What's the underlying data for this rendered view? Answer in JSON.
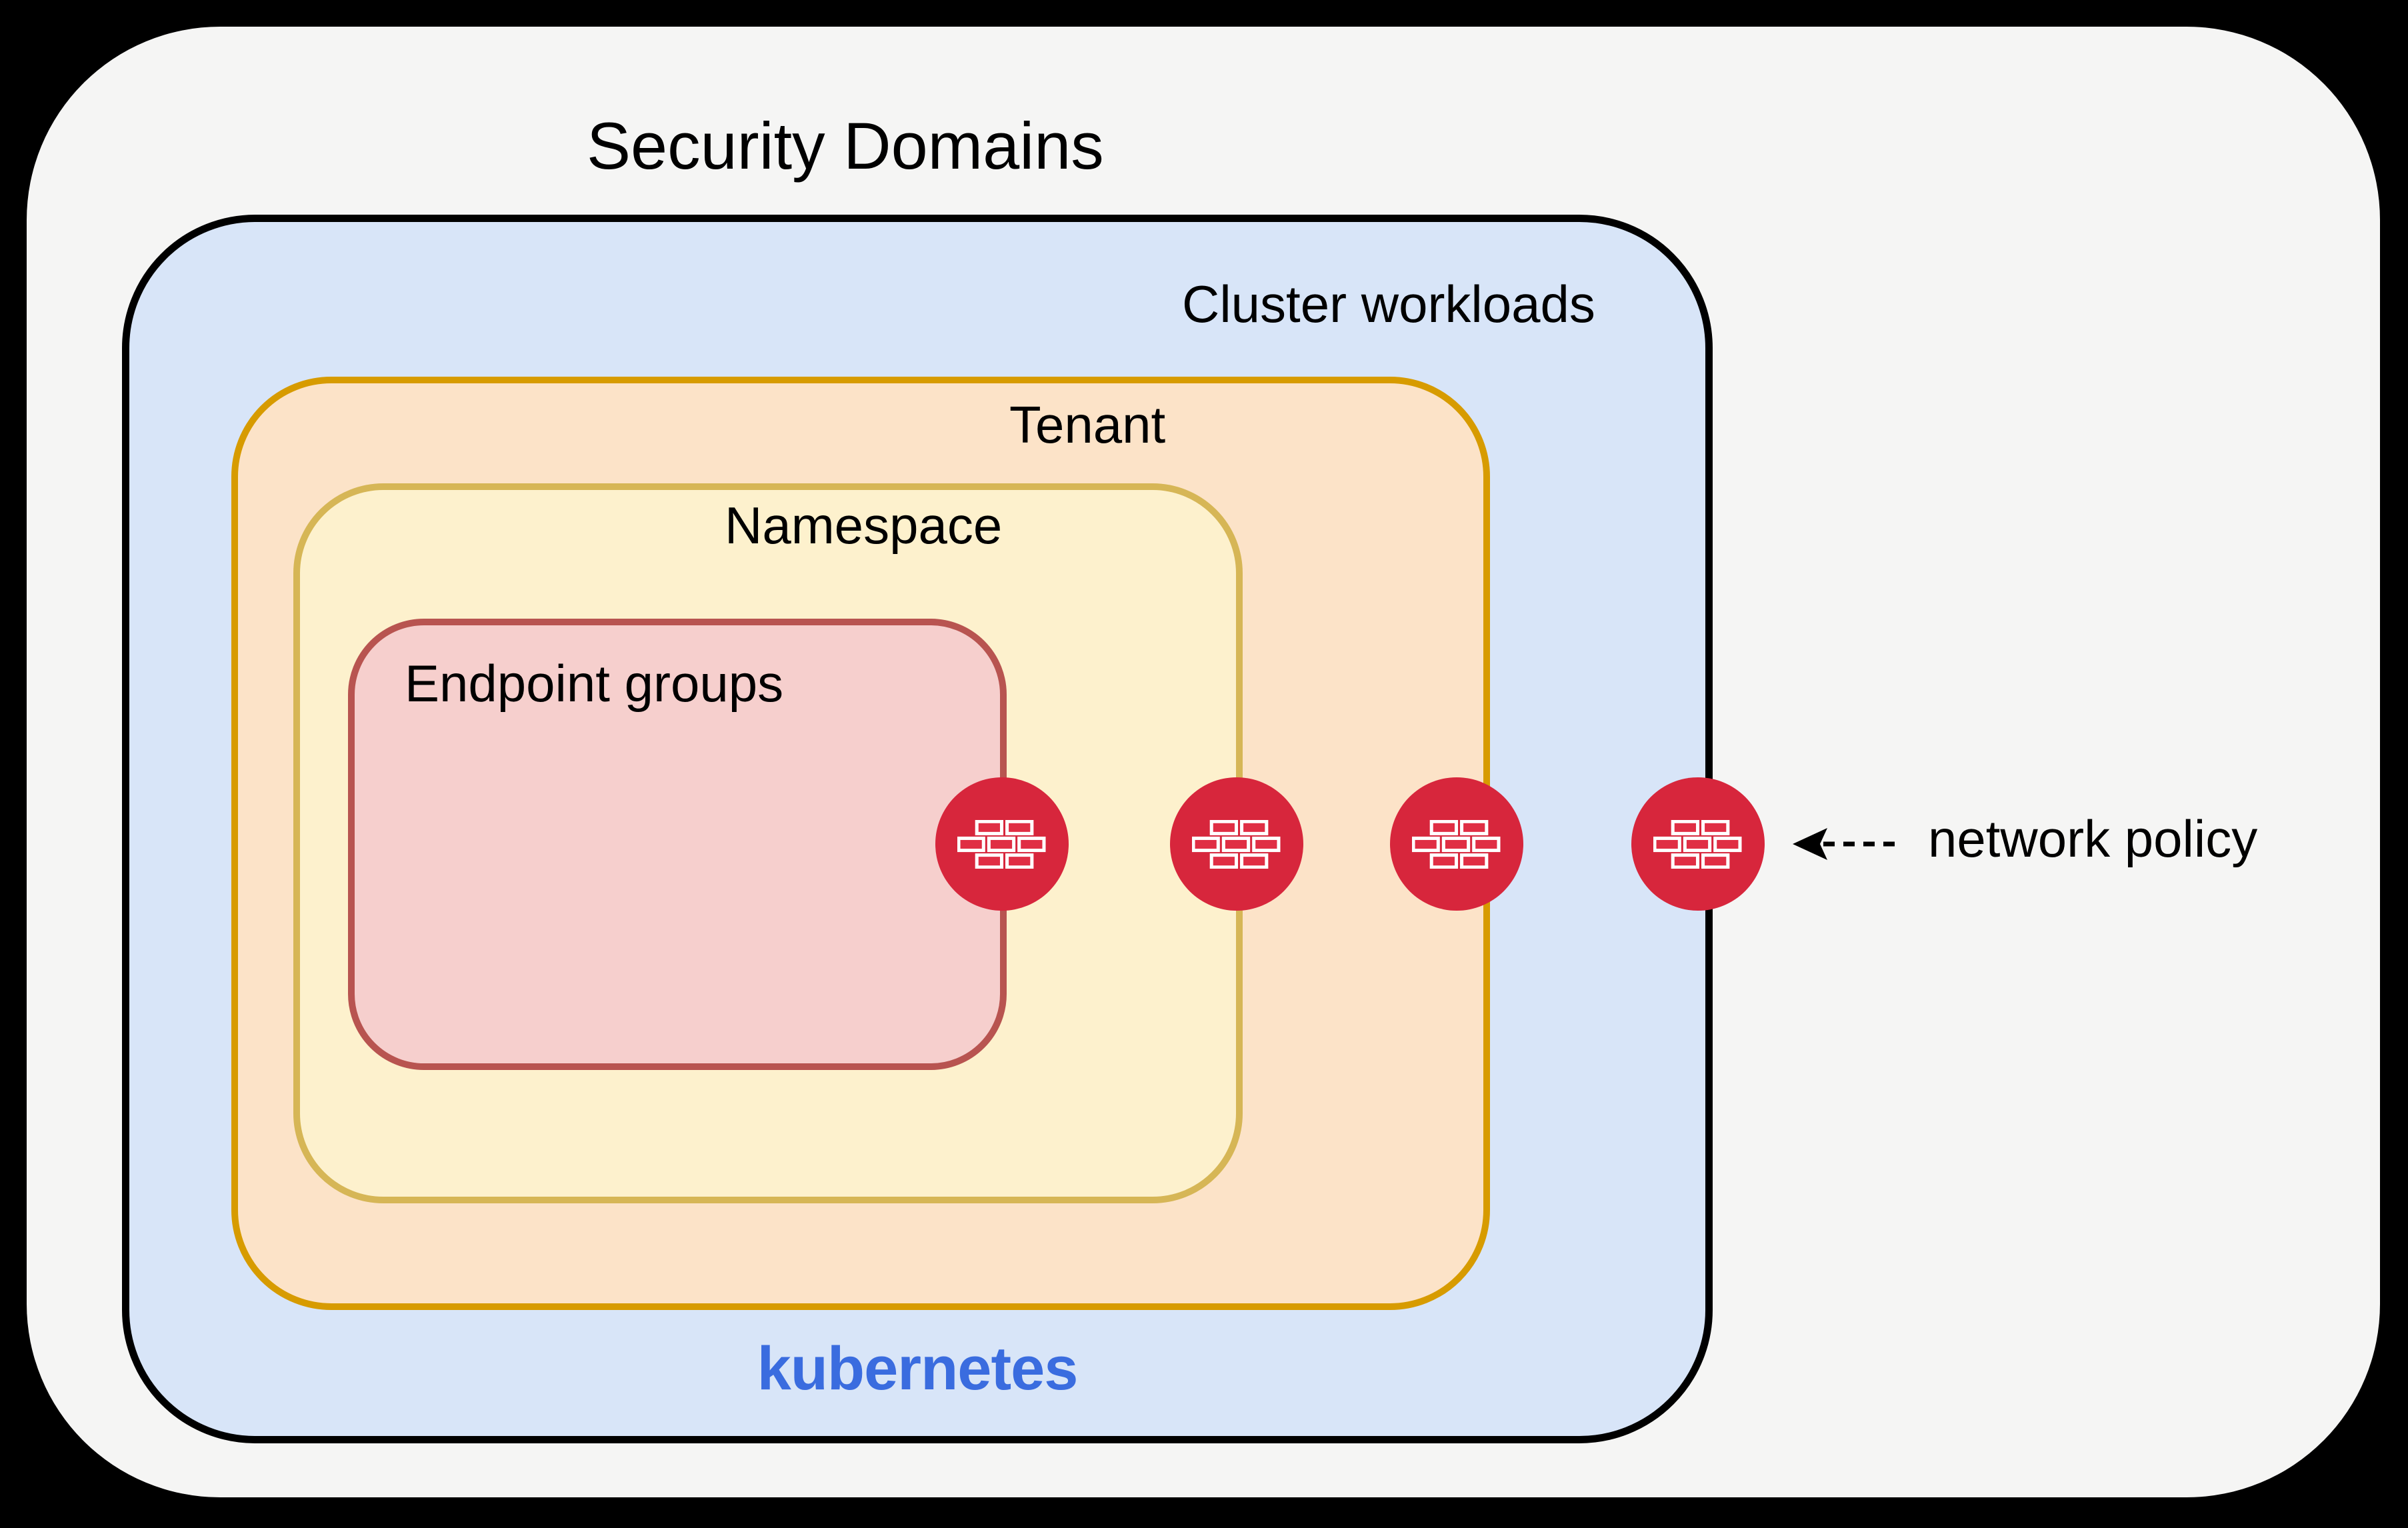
{
  "title": "Security Domains",
  "diagram": {
    "cluster": {
      "label": "Cluster workloads",
      "footer": "kubernetes",
      "fill": "#d8e5f8",
      "border": "#000000"
    },
    "tenant": {
      "label": "Tenant",
      "fill": "#fce3c8",
      "border": "#d79b00"
    },
    "namespace": {
      "label": "Namespace",
      "fill": "#fdf1cd",
      "border": "#d6b656"
    },
    "endpoint_groups": {
      "label": "Endpoint groups",
      "fill": "#f6cfcd",
      "border": "#b85450"
    }
  },
  "firewalls": {
    "count": 4,
    "icon": "firewall-bricks-icon",
    "color": "#d7263c",
    "placement": "one on the right border of each nested domain box"
  },
  "annotation": {
    "label": "network policy",
    "arrow_style": "dashed, pointing left at outermost firewall"
  },
  "colors": {
    "page_background": "#000000",
    "panel_background": "#f5f5f4",
    "kubernetes_blue": "#3a6cdf",
    "firewall_red": "#d7263c",
    "text": "#000000"
  }
}
